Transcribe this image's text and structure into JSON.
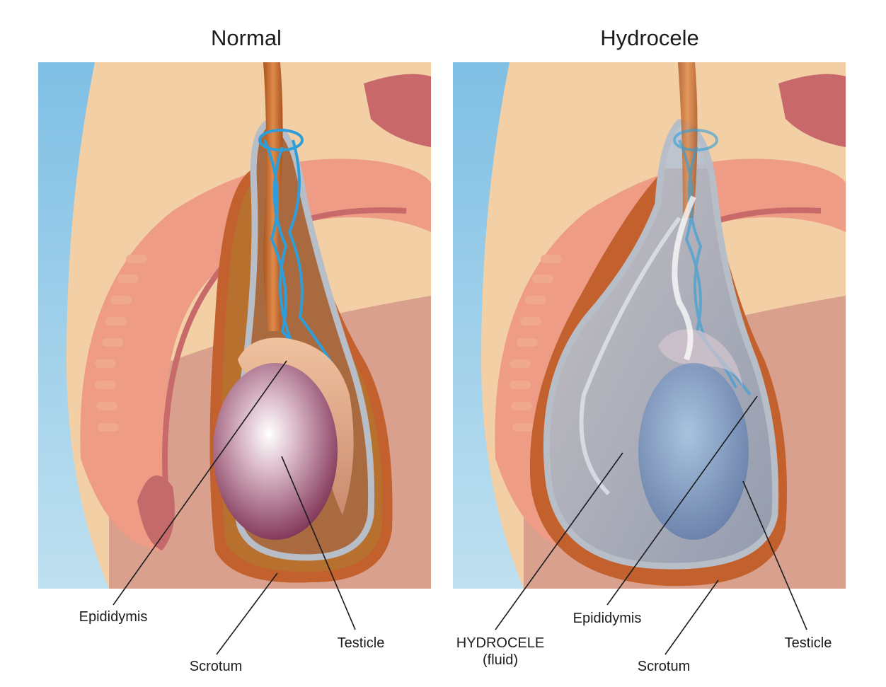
{
  "panels": {
    "normal": {
      "title": "Normal"
    },
    "hydrocele": {
      "title": "Hydrocele"
    }
  },
  "labels": {
    "normal_epididymis": "Epididymis",
    "normal_scrotum": "Scrotum",
    "normal_testicle": "Testicle",
    "hydro_hydrocele": "HYDROCELE\n(fluid)",
    "hydro_epididymis": "Epididymis",
    "hydro_scrotum": "Scrotum",
    "hydro_testicle": "Testicle"
  },
  "colors": {
    "background_blue": "#8cc6e6",
    "skin_light": "#f3cfa6",
    "skin_pink": "#ee9c86",
    "flesh_deep": "#d98a8a",
    "scrotum_wall": "#c2612e",
    "tunica_silver": "#b8bec8",
    "vessel_blue": "#2f9ed8",
    "testicle_purple": "#8a3c5e",
    "fluid_blue": "#9fb4cf"
  }
}
